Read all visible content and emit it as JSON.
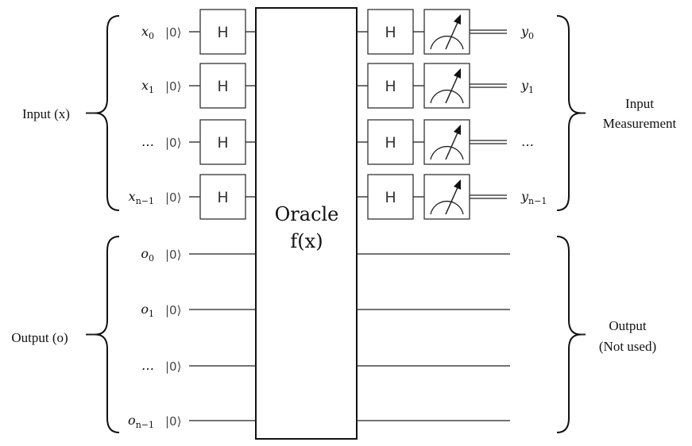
{
  "oracle": {
    "line1": "Oracle",
    "line2": "f(x)"
  },
  "gate_label": "H",
  "ket": "|0⟩",
  "input_group": {
    "label": "Input (x)",
    "qubits": [
      {
        "name": "x",
        "sub": "0"
      },
      {
        "name": "x",
        "sub": "1"
      },
      {
        "name": "…",
        "sub": ""
      },
      {
        "name": "x",
        "sub": "n−1"
      }
    ],
    "outputs": [
      {
        "name": "y",
        "sub": "0"
      },
      {
        "name": "y",
        "sub": "1"
      },
      {
        "name": "…",
        "sub": ""
      },
      {
        "name": "y",
        "sub": "n−1"
      }
    ],
    "right_label": [
      "Input",
      "Measurement"
    ]
  },
  "output_group": {
    "label": "Output (o)",
    "qubits": [
      {
        "name": "o",
        "sub": "0"
      },
      {
        "name": "o",
        "sub": "1"
      },
      {
        "name": "…",
        "sub": ""
      },
      {
        "name": "o",
        "sub": "n−1"
      }
    ],
    "right_label": [
      "Output",
      "(Not used)"
    ]
  },
  "icons": {
    "gate": "hadamard-gate",
    "measure": "meter-icon"
  }
}
